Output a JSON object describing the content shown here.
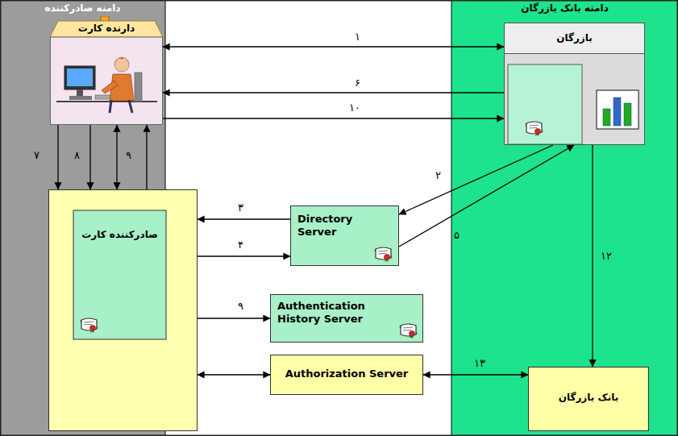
{
  "diagram": {
    "nodes": [
      {
        "text": [
          "دامنه صادرکننده"
        ]
      },
      {
        "text": [
          "دامنه بانک بازرگان"
        ]
      },
      {
        "text": [
          "دارنده کارت"
        ],
        "in": 0
      },
      {
        "text": [
          "بازرگان"
        ],
        "in": 1
      },
      {
        "text": [
          "صادرکننده کارت"
        ],
        "in": 0
      },
      {
        "text": [
          "Directory Server"
        ]
      },
      {
        "text": [
          "Authentication History Server"
        ]
      },
      {
        "text": [
          "Authorization Server"
        ]
      },
      {
        "text": [
          "بانک بازرگان"
        ],
        "in": 1
      }
    ],
    "edges": [
      {
        "from": 2,
        "to": 3,
        "arrow": "both",
        "label": "۱"
      },
      {
        "from": 3,
        "to": 2,
        "arrow": "to",
        "label": "۶"
      },
      {
        "from": 2,
        "to": 3,
        "arrow": "to",
        "label": "۱۰"
      },
      {
        "from": 3,
        "to": 5,
        "arrow": "to",
        "label": "۲"
      },
      {
        "from": 5,
        "to": 4,
        "arrow": "to",
        "label": "۳"
      },
      {
        "from": 4,
        "to": 5,
        "arrow": "to",
        "label": "۴"
      },
      {
        "from": 5,
        "to": 3,
        "arrow": "to",
        "label": "۵"
      },
      {
        "from": 2,
        "to": 4,
        "arrow": "to",
        "label": "۷"
      },
      {
        "from": 2,
        "to": 4,
        "arrow": "to",
        "label": "۸"
      },
      {
        "from": 2,
        "to": 4,
        "arrow": "both",
        "label": "۹"
      },
      {
        "from": 4,
        "to": 2,
        "arrow": "to"
      },
      {
        "from": 4,
        "to": 6,
        "arrow": "to",
        "label": "۹"
      },
      {
        "from": 3,
        "to": 8,
        "arrow": "to",
        "label": "۱۲"
      },
      {
        "from": 4,
        "to": 7,
        "arrow": "both"
      },
      {
        "from": 7,
        "to": 8,
        "arrow": "both",
        "label": "۱۳"
      }
    ]
  }
}
